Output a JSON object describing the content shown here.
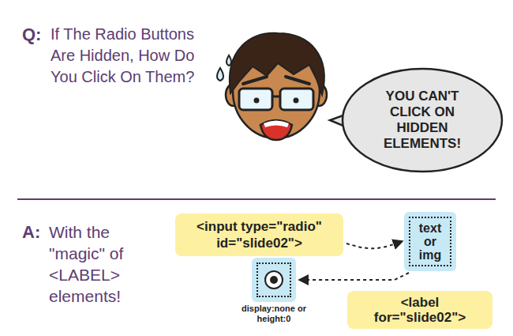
{
  "diagram": {
    "nodes": [
      {
        "text": [
          "YOU CAN'T CLICK ON HIDDEN ELEMENTS!"
        ]
      },
      {
        "text": [
          "<input type=\"radio\" id=\"slide02\">"
        ]
      },
      {
        "text": [
          "text or img"
        ]
      },
      {
        "text": [
          "display:none or height:0"
        ]
      },
      {
        "text": [
          "<label for=\"slide02\">"
        ]
      }
    ],
    "edges": [
      {
        "from": 1,
        "to": 2,
        "arrow": "to"
      },
      {
        "from": 2,
        "to": 3,
        "arrow": "to"
      }
    ],
    "labels": [
      "Q:",
      "If The Radio Buttons Are Hidden, How Do You Click On Them?",
      "A:",
      "With the \"magic\" of <LABEL> elements!"
    ]
  }
}
